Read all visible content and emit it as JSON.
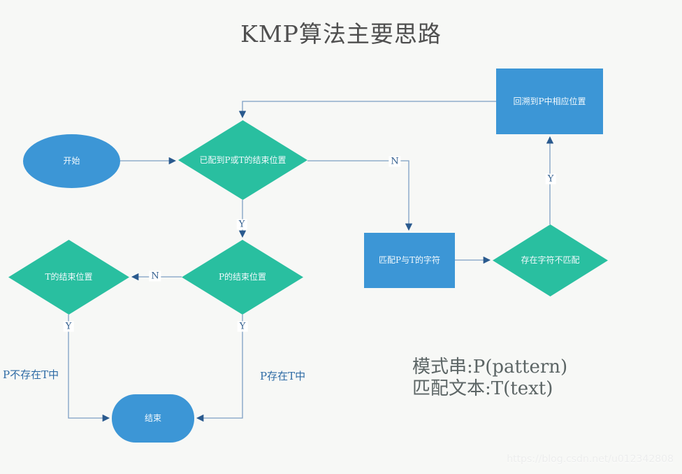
{
  "title": "KMP算法主要思路",
  "colors": {
    "background": "#f7f8f6",
    "shape_blue": "#3c96d6",
    "shape_teal": "#29bfa0",
    "connector_line": "#7d9fc4",
    "arrowhead": "#2a5a8e",
    "edge_label_text": "#34608f",
    "title_text": "#4f4f4f",
    "legend_text": "#5c6565",
    "branch_note_text": "#2e6ba5"
  },
  "nodes": {
    "start": {
      "label": "开始",
      "shape": "ellipse"
    },
    "reached_end_check": {
      "label": "已配到P或T的结束位置",
      "shape": "diamond"
    },
    "backtrack": {
      "label": "回溯到P中相应位置",
      "shape": "rect"
    },
    "match_chars": {
      "label": "匹配P与T的字符",
      "shape": "rect"
    },
    "mismatch_check": {
      "label": "存在字符不匹配",
      "shape": "diamond"
    },
    "t_end": {
      "label": "T的结束位置",
      "shape": "diamond"
    },
    "p_end": {
      "label": "P的结束位置",
      "shape": "diamond"
    },
    "finish": {
      "label": "结束",
      "shape": "stadium"
    }
  },
  "edge_labels": {
    "reached_end_no": "N",
    "reached_end_yes": "Y",
    "mismatch_yes": "Y",
    "p_end_no": "N",
    "t_end_yes": "Y",
    "p_end_yes": "Y"
  },
  "annotations": {
    "p_not_in_t": "P不存在T中",
    "p_in_t": "P存在T中",
    "legend_line1": "模式串:P(pattern)",
    "legend_line2": "匹配文本:T(text)"
  },
  "watermark": "https://blog.csdn.net/u012342808"
}
